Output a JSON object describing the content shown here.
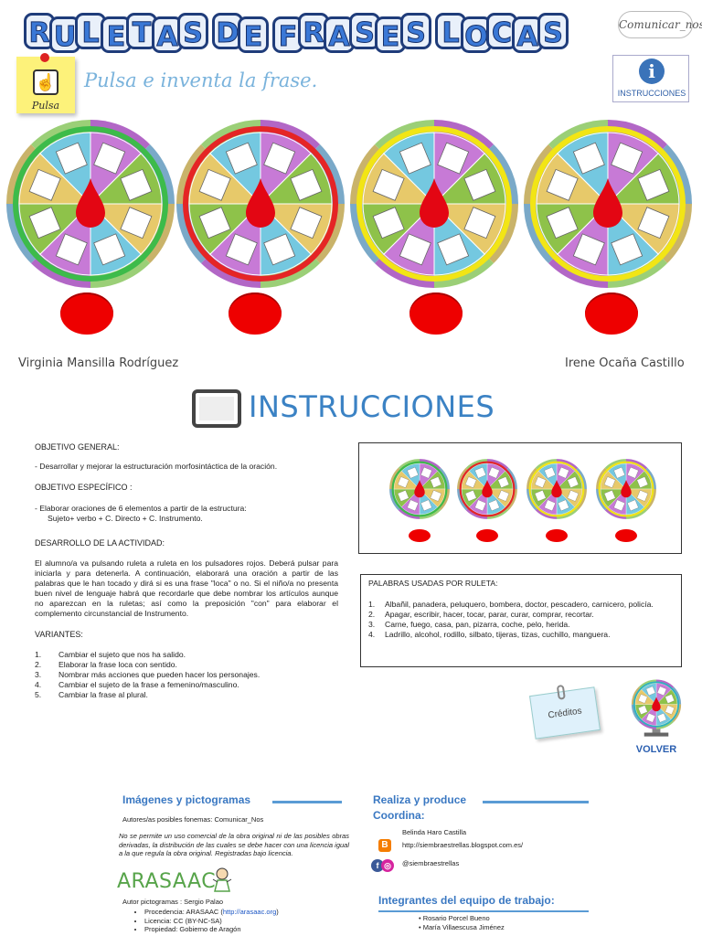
{
  "header": {
    "title_letters": [
      "R",
      "U",
      "L",
      "E",
      "T",
      "A",
      "S",
      "",
      "D",
      "E",
      "",
      "F",
      "R",
      "A",
      "S",
      "E",
      "S",
      "",
      "L",
      "O",
      "C",
      "A",
      "S"
    ],
    "brand_logo_text": "Comunicar_nos",
    "pulsa_label": "Pulsa",
    "subtitle": "Pulsa e inventa la frase.",
    "instructions_button": "INSTRUCCIONES"
  },
  "colors": {
    "title_blue": "#3a78d6",
    "wheel1_ring": "#3dbb4a",
    "wheel2_ring": "#e52525",
    "wheel3_ring": "#f2e515",
    "wheel4_ring": "#f2e515",
    "push_red": "#e00000"
  },
  "authors": {
    "left": "Virginia Mansilla Rodríguez",
    "right": "Irene Ocaña Castillo"
  },
  "instructions": {
    "title": "INSTRUCCIONES",
    "objetivo_general_h": "OBJETIVO GENERAL:",
    "objetivo_general": "-     Desarrollar y mejorar la estructuración morfosintáctica de la oración.",
    "objetivo_especifico_h": "OBJETIVO ESPECÍFICO :",
    "objetivo_especifico_1": "-     Elaborar oraciones de 6 elementos a partir de la estructura:",
    "objetivo_especifico_2": "Sujeto+ verbo + C. Directo + C. Instrumento.",
    "desarrollo_h": "DESARROLLO DE LA ACTIVIDAD:",
    "desarrollo": "El alumno/a va pulsando ruleta a ruleta en los pulsadores rojos. Deberá pulsar para iniciarla y para detenerla. A continuación, elaborará una oración a partir de las palabras que le han tocado y dirá si es una frase \"loca\" o no. Si el niño/a no presenta buen nivel de lenguaje habrá que recordarle que debe nombrar los artículos aunque no aparezcan en la ruletas; así como la preposición \"con\" para elaborar el complemento circunstancial de Instrumento.",
    "variantes_h": "VARIANTES:",
    "variantes": [
      {
        "n": "1.",
        "t": "Cambiar el sujeto que nos ha salido."
      },
      {
        "n": "2.",
        "t": "Elaborar la frase loca con sentido."
      },
      {
        "n": "3.",
        "t": "Nombrar más acciones que pueden hacer los personajes."
      },
      {
        "n": "4.",
        "t": "Cambiar el sujeto de la frase a femenino/masculino."
      },
      {
        "n": "5.",
        "t": "Cambiar la frase al plural."
      }
    ]
  },
  "words": {
    "title": "PALABRAS USADAS POR RULETA:",
    "items": [
      {
        "n": "1.",
        "t": "Albañil, panadera, peluquero, bombera, doctor, pescadero, carnicero, policía."
      },
      {
        "n": "2.",
        "t": "Apagar, escribir, hacer, tocar, parar, curar, comprar, recortar."
      },
      {
        "n": "3.",
        "t": "Carne, fuego, casa, pan, pizarra, coche, pelo, herida."
      },
      {
        "n": "4.",
        "t": "Ladrillo, alcohol, rodillo, silbato, tijeras, tizas, cuchillo, manguera."
      }
    ]
  },
  "nav": {
    "creditos": "Créditos",
    "volver": "VOLVER"
  },
  "credits": {
    "images_h": "Imágenes y pictogramas",
    "authors_line": "Autores/as posibles fonemas: Comunicar_Nos",
    "license_note": "No se permite un uso comercial de la obra original ni de las posibles obras derivadas, la distribución de las cuales se debe hacer con una licencia igual a la que regula la obra original. Registradas bajo licencia.",
    "arasaac": "ARASAAC",
    "picto_author": "Autor pictogramas : Sergio Palao",
    "procedencia_pre": "Procedencia: ARASAAC (",
    "procedencia_link": "http://arasaac.org",
    "procedencia_post": ")",
    "licencia": "Licencia: CC (BY-NC-SA)",
    "propiedad": "Propiedad: Gobierno de Aragón",
    "realiza_h": "Realiza y produce",
    "coordina_h": "Coordina:",
    "coordinator": "Belinda Haro Castilla",
    "blog": "http://siembraestrellas.blogspot.com.es/",
    "social": "@siembraestrellas",
    "team_h": "Integrantes del equipo de trabajo:",
    "team": [
      "Rosario Porcel Bueno",
      "María Villaescusa Jiménez"
    ]
  }
}
